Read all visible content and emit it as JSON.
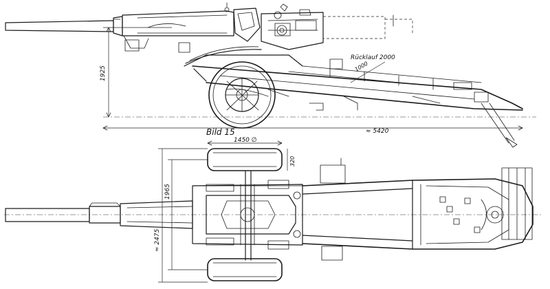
{
  "caption": "Bild 15",
  "side_view": {
    "recoil_label": "Rücklauf 2000",
    "recoil_short": "1000",
    "height_label": "1925",
    "length_label": "≈ 5420"
  },
  "top_view": {
    "wheel_width_label": "1450 ∅",
    "tire_label": "320",
    "track_label": "1965",
    "overall_width_label": "≈ 2475"
  },
  "colors": {
    "ink": "#1a1a1a",
    "paper": "#ffffff"
  }
}
